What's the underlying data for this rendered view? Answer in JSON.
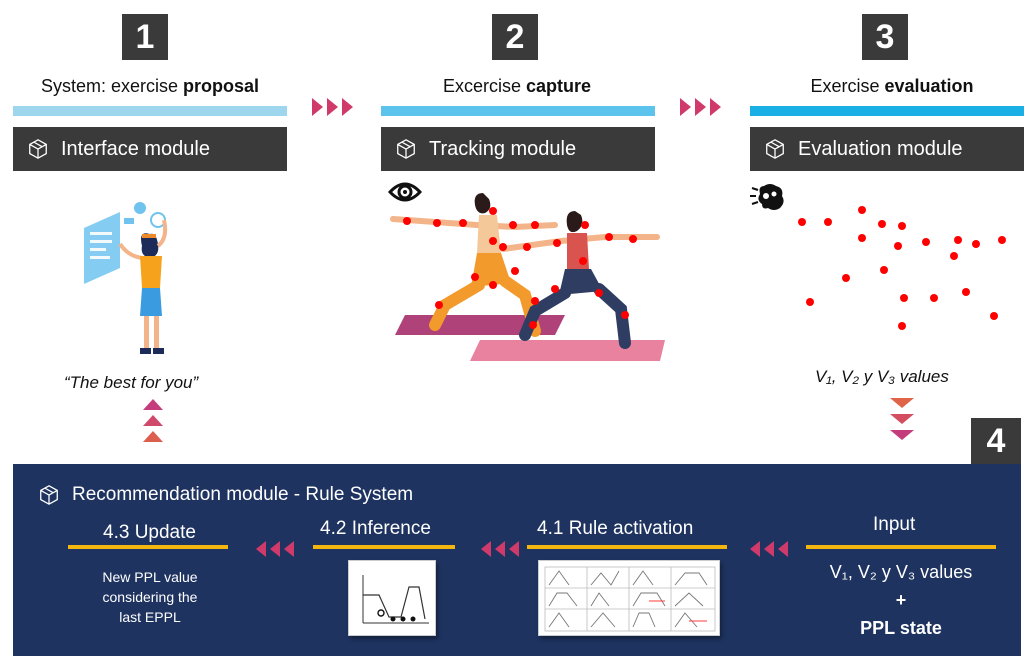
{
  "steps": [
    {
      "number": "1",
      "title_prefix": "System: exercise ",
      "title_bold": "proposal",
      "module": "Interface module"
    },
    {
      "number": "2",
      "title_prefix": "Excercise ",
      "title_bold": "capture",
      "module": "Tracking module"
    },
    {
      "number": "3",
      "title_prefix": "Exercise ",
      "title_bold": "evaluation",
      "module": "Evaluation module"
    }
  ],
  "captions": {
    "interface": "“The best for you”",
    "evaluation_prefix": "V",
    "evaluation_text": "V₁, V₂ y V₃ values"
  },
  "recommendation": {
    "badge": "4",
    "title": "Recommendation module - Rule System",
    "update_label": "4.3 Update",
    "update_text_1": "New PPL value",
    "update_text_2": "considering the",
    "update_text_3": "last EPPL",
    "inference_label": "4.2 Inference",
    "activation_label": "4.1 Rule activation",
    "input_label": "Input",
    "input_values": "V₁, V₂ y V₃ values",
    "input_plus": "+",
    "input_state": "PPL state"
  },
  "colors": {
    "badge": "#3a3a3a",
    "blue_bar_light": "#9ed6ee",
    "blue_bar": "#1ab0e6",
    "arrow": "#d03a6a",
    "panel": "#1e3360",
    "yellow": "#f2b60f",
    "tracking_point": "#ff0000"
  },
  "icons": [
    "box-icon",
    "eye-icon",
    "brain-icon"
  ]
}
